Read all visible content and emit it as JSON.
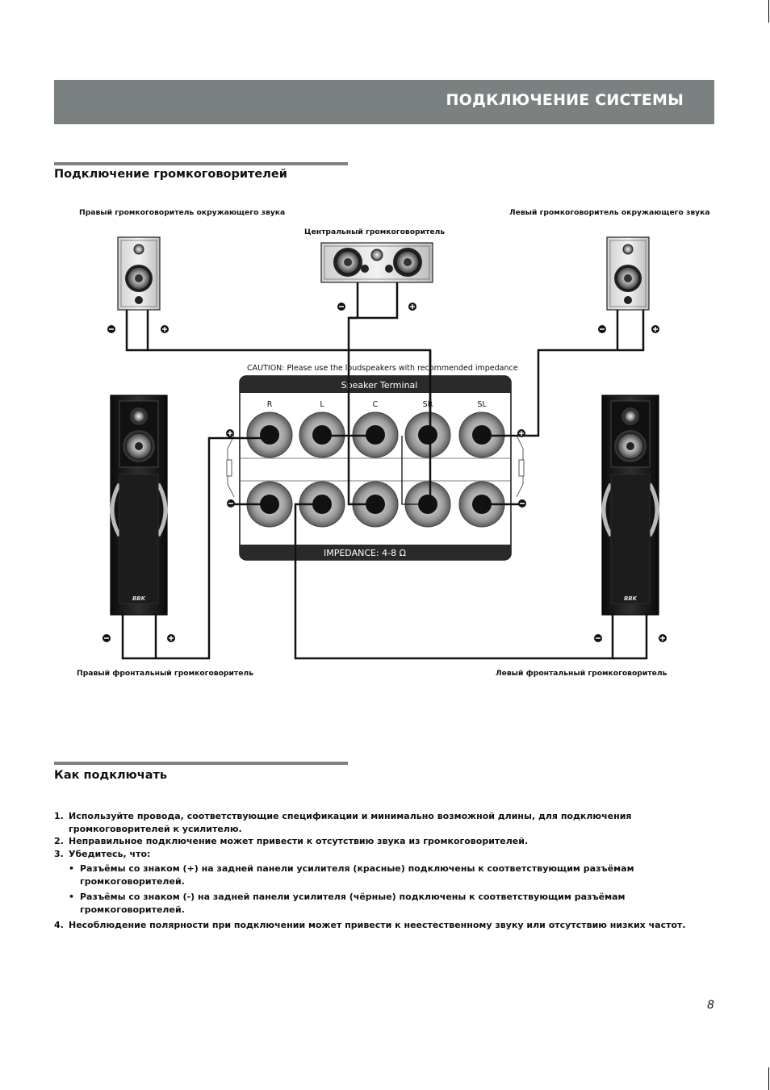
{
  "header": {
    "title": "ПОДКЛЮЧЕНИЕ СИСТЕМЫ"
  },
  "section1": {
    "title": "Подключение громкоговорителей"
  },
  "diagram": {
    "labels": {
      "right_surround": "Правый громкоговоритель окружающего звука",
      "center": "Центральный громкоговоритель",
      "left_surround": "Левый громкоговоритель окружающего звука",
      "right_front": "Правый фронтальный громкоговоритель",
      "left_front": "Левый фронтальный громкоговоритель"
    },
    "caution": "CAUTION:  Please use the loudspeakers with recommended impedance",
    "terminal_title": "Speaker Terminal",
    "channels": [
      "R",
      "L",
      "C",
      "SR",
      "SL"
    ],
    "impedance": "IMPEDANCE: 4-8 Ω",
    "brand": "BBK"
  },
  "section2": {
    "title": "Как подключать",
    "items": [
      {
        "num": "1.",
        "text": "Используйте провода, соответствующие спецификации и минимально возможной длины, для подключения громкоговорителей к усилителю."
      },
      {
        "num": "2.",
        "text": "Неправильное подключение может привести к отсутствию звука из громкоговорителей."
      },
      {
        "num": "3.",
        "text": "Убедитесь, что:"
      },
      {
        "num": "4.",
        "text": "Несоблюдение полярности при подключении может привести к неестественному звуку или отсутствию низких частот."
      }
    ],
    "sub_items": [
      {
        "bullet": "•",
        "text": "Разъёмы со знаком (+) на задней панели усилителя (красные) подключены к соответствующим разъёмам громкоговорителей."
      },
      {
        "bullet": "•",
        "text": "Разъёмы со знаком (-) на задней панели усилителя (чёрные) подключены к соответствующим разъёмам громкоговорителей."
      }
    ]
  },
  "page_number": "8"
}
